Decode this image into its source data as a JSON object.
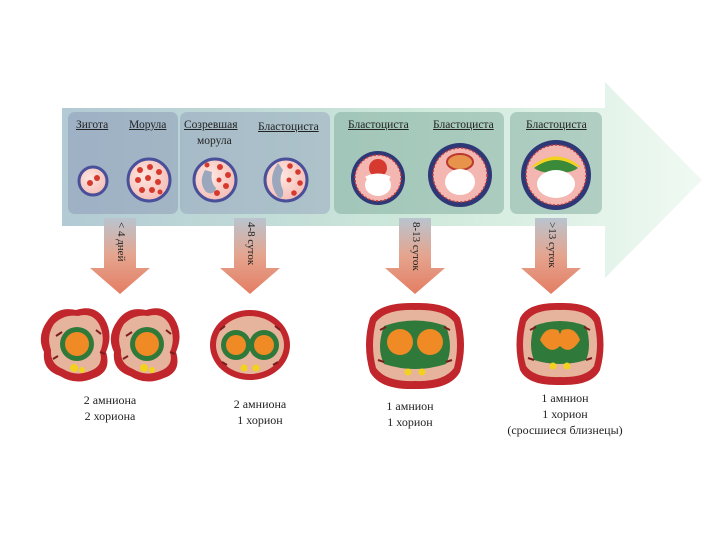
{
  "stages": [
    {
      "label": "Зигота"
    },
    {
      "label": "Морула"
    },
    {
      "label_line1": "Созревшая",
      "label_line2": "морула"
    },
    {
      "label": "Бластоциста"
    },
    {
      "label": "Бластоциста"
    },
    {
      "label": "Бластоциста"
    },
    {
      "label": "Бластоциста"
    }
  ],
  "timing": [
    "< 4 дней",
    "4-8 суток",
    "8-13 суток",
    ">13 суток"
  ],
  "outcomes": [
    {
      "line1": "2 амниона",
      "line2": "2 хориона"
    },
    {
      "line1": "2 амниона",
      "line2": "1 хорион"
    },
    {
      "line1": "1 амнион",
      "line2": "1 хорион"
    },
    {
      "line1": "1 амнион",
      "line2": "1 хорион",
      "line3": "(сросшиеся близнецы)"
    }
  ],
  "colors": {
    "arrow_light": "#e8f5ec",
    "arrow_mid": "#bfe0cd",
    "panel_blue": "#9aa9bf",
    "panel_green": "#8fb5a8",
    "down_arrow": "#e6927a",
    "chorion": "#c0262b",
    "cell_red": "#d63a2f",
    "embryo_orange": "#f08a24"
  }
}
